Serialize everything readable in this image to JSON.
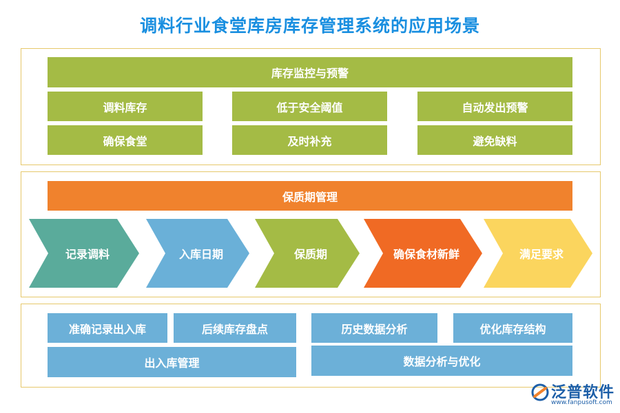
{
  "title": "调料行业食堂库房库存管理系统的应用场景",
  "section1": {
    "header": "库存监控与预警",
    "cells": [
      "调料库存",
      "低于安全阈值",
      "自动发出预警",
      "确保食堂",
      "及时补充",
      "避免缺料"
    ]
  },
  "section2": {
    "header": "保质期管理",
    "steps": [
      {
        "label": "记录调料",
        "color": "#5aab9b"
      },
      {
        "label": "入库日期",
        "color": "#6ab0d8"
      },
      {
        "label": "保质期",
        "color": "#a4bb45"
      },
      {
        "label": "确保食材新鲜",
        "color": "#f06a24"
      },
      {
        "label": "满足要求",
        "color": "#fbd55e"
      }
    ]
  },
  "section3": {
    "left_items": [
      "准确记录出入库",
      "后续库存盘点"
    ],
    "left_footer": "出入库管理",
    "right_items": [
      "历史数据分析",
      "优化库存结构"
    ],
    "right_footer": "数据分析与优化"
  },
  "logo": {
    "name": "泛普软件",
    "url": "www.fanpusoft.com"
  }
}
